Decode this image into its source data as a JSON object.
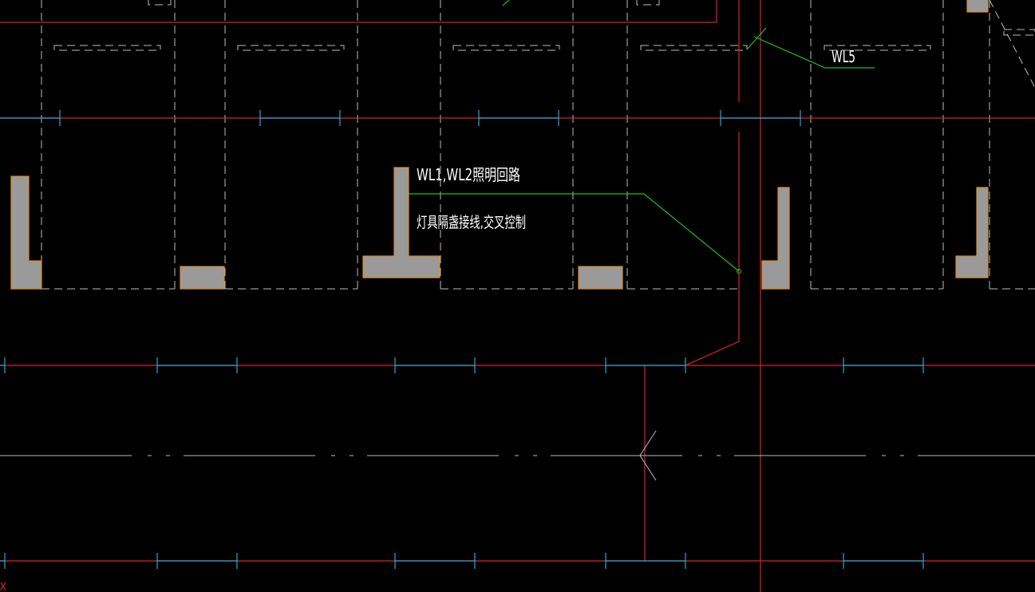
{
  "annotations": {
    "lighting_circuit": "WL1,WL2照明回路",
    "lighting_note": "灯具隔盏接线,交叉控制",
    "wl5": "WL5"
  },
  "axis_marker": "X",
  "colors": {
    "background": "#000000",
    "wall_grid": "#e0202a",
    "window": "#2aa8d8",
    "wiring": "#20c020",
    "column_fill": "#9a9a9a",
    "column_edge": "#e08a20",
    "dashed_outline": "#bdbdbd",
    "text": "#ffffff"
  }
}
